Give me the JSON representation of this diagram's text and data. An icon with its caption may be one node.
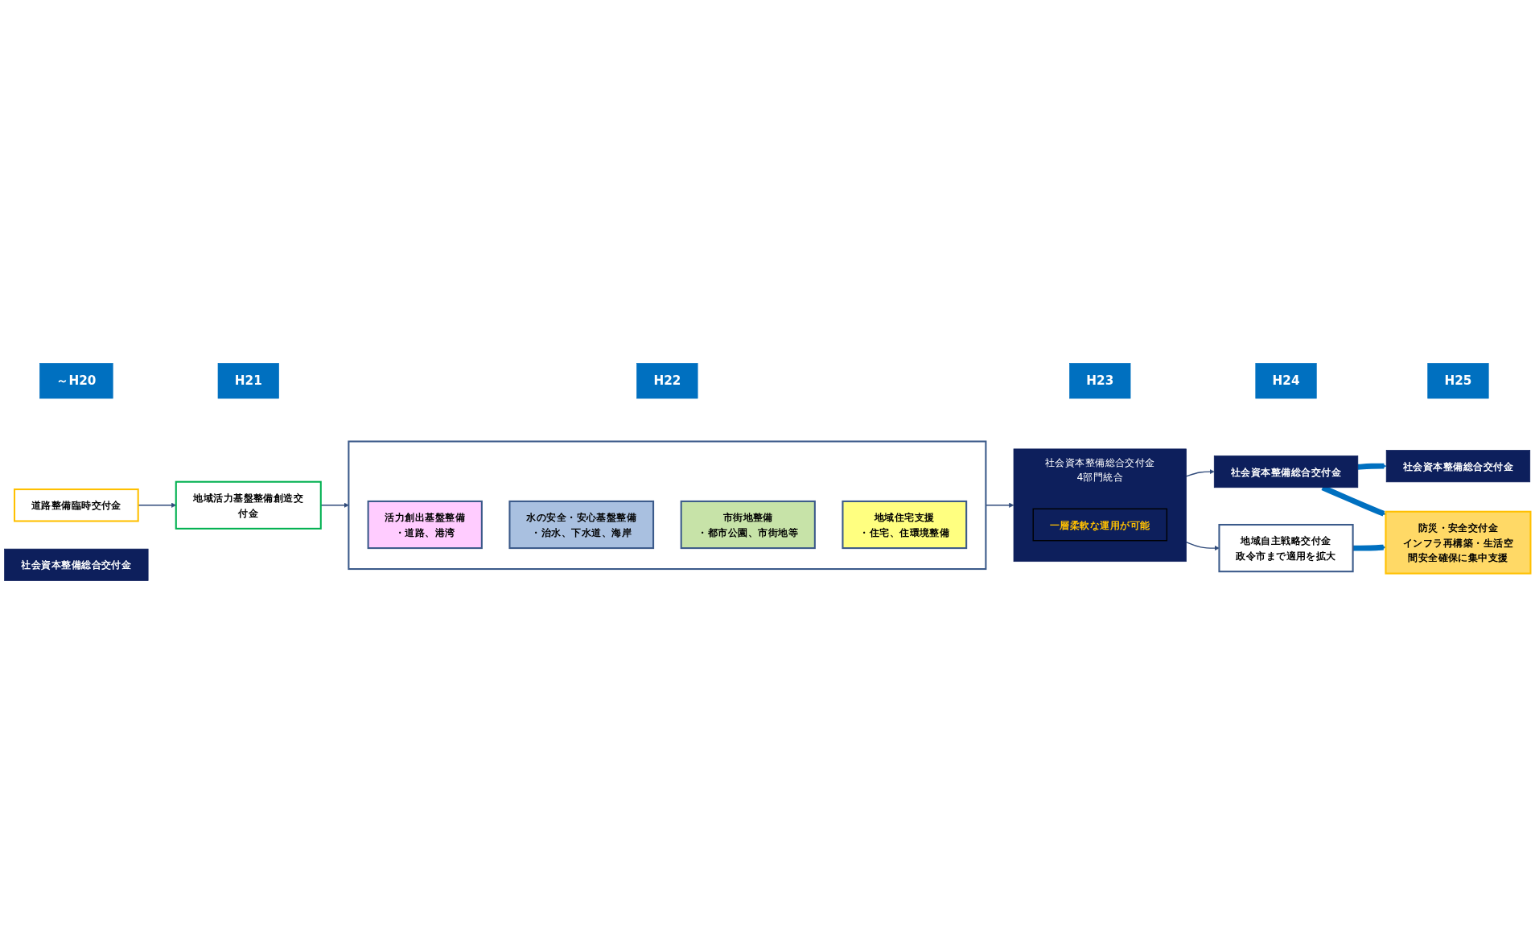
{
  "diagram": {
    "nodes": [
      {
        "text": [
          "～H20"
        ]
      },
      {
        "text": [
          "H21"
        ]
      },
      {
        "text": [
          "H22"
        ]
      },
      {
        "text": [
          "H23"
        ]
      },
      {
        "text": [
          "H24"
        ]
      },
      {
        "text": [
          "H25"
        ]
      },
      {
        "text": [
          "道路整備臨時交付金"
        ]
      },
      {
        "text": [
          "地域活力基盤整備創造交付金"
        ]
      },
      {
        "text": [
          "社会資本整備総合交付金"
        ]
      },
      {
        "text": [],
        "shape": "box"
      },
      {
        "text": [
          "活力創出基盤整備",
          "・道路、港湾"
        ],
        "in": 9
      },
      {
        "text": [
          "水の安全・安心基盤整備",
          "・治水、下水道、海岸"
        ],
        "in": 9
      },
      {
        "text": [
          "市街地整備",
          "・都市公園、市街地等"
        ],
        "in": 9
      },
      {
        "text": [
          "地域住宅支援",
          "・住宅、住環境整備"
        ],
        "in": 9
      },
      {
        "text": [
          "社会資本整備総合交付金",
          "4部門統合"
        ]
      },
      {
        "text": [
          "一層柔軟な運用が可能"
        ],
        "in": 14
      },
      {
        "text": [
          "社会資本整備総合交付金"
        ]
      },
      {
        "text": [
          "地域自主戦略交付金",
          "政令市まで適用を拡大"
        ]
      },
      {
        "text": [
          "社会資本整備総合交付金"
        ]
      },
      {
        "text": [
          "防災・安全交付金",
          "インフラ再構築・生活空間安全確保に集中支援"
        ]
      }
    ],
    "edges": [
      {
        "from": 6,
        "to": 7,
        "arrow": "to"
      },
      {
        "from": 7,
        "to": 9,
        "arrow": "to"
      },
      {
        "from": 9,
        "to": 14,
        "arrow": "to"
      },
      {
        "from": 14,
        "to": 16,
        "arrow": "to"
      },
      {
        "from": 14,
        "to": 17,
        "arrow": "to"
      },
      {
        "from": 16,
        "to": 18,
        "arrow": "to",
        "style": "thick",
        "color": "#0070c0"
      },
      {
        "from": 16,
        "to": 19,
        "arrow": "to",
        "style": "thick",
        "color": "#0070c0"
      },
      {
        "from": 17,
        "to": 19,
        "arrow": "to",
        "style": "thick",
        "color": "#0070c0"
      }
    ]
  }
}
